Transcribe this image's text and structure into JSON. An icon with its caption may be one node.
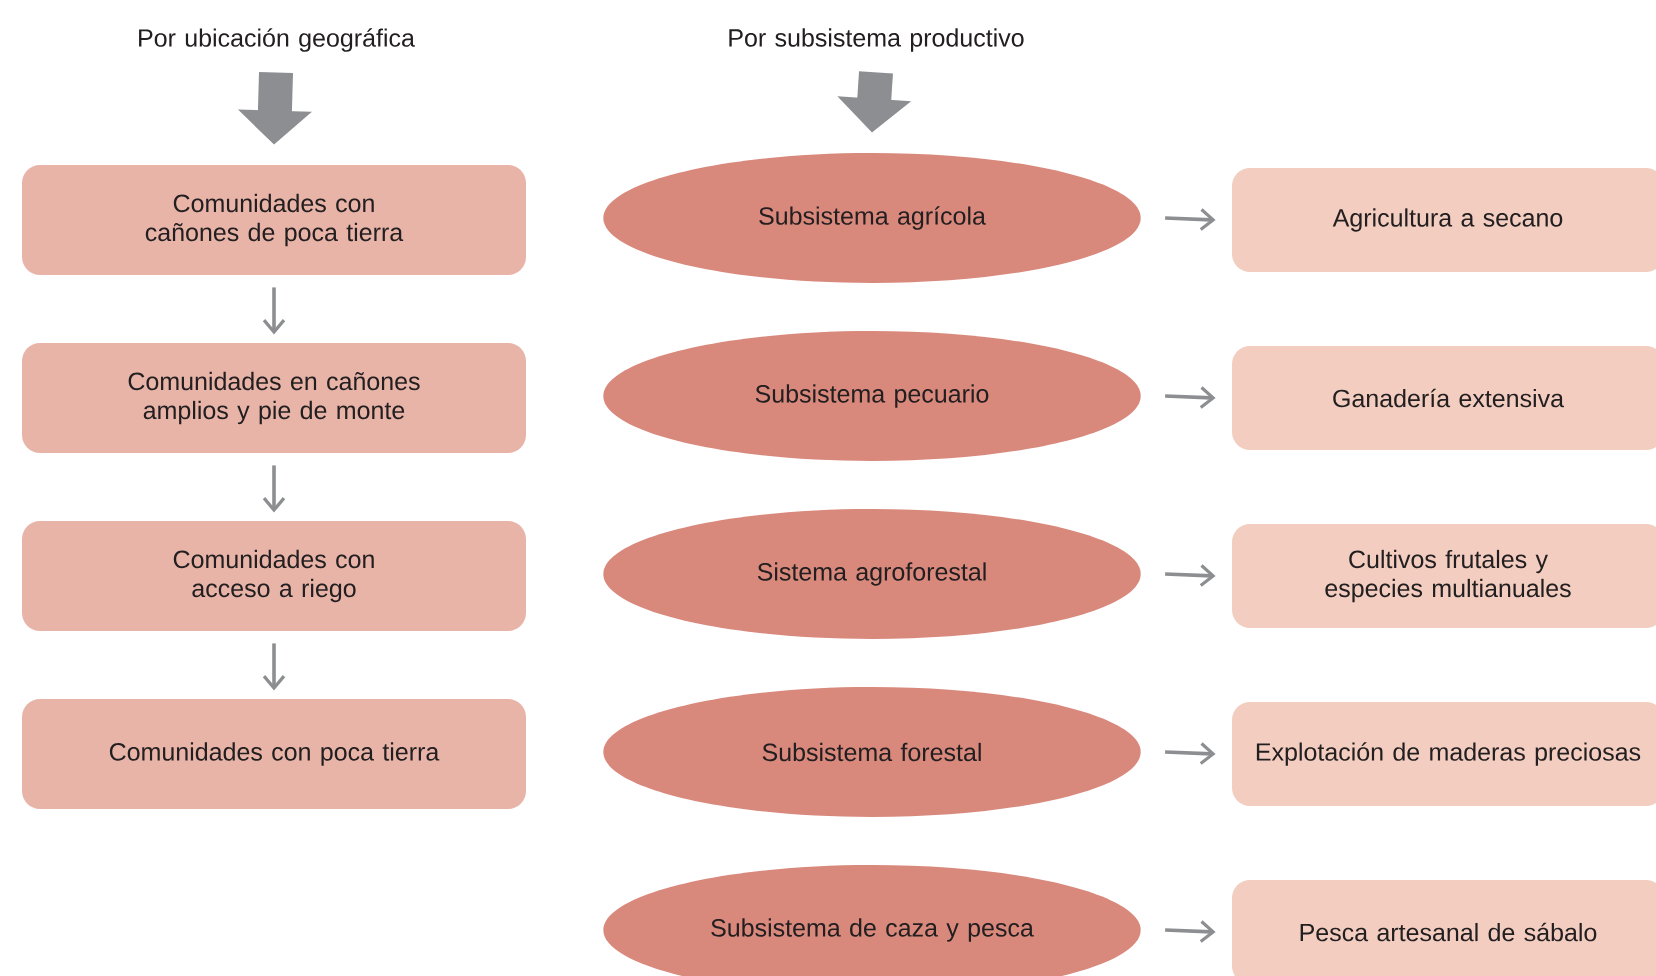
{
  "diagram": {
    "nodes": [
      {
        "text": [
          "Por ubicación geográfica"
        ]
      },
      {
        "text": [
          "Comunidades con cañones de poca tierra"
        ]
      },
      {
        "text": [
          "Comunidades en cañones amplios y pie de monte"
        ]
      },
      {
        "text": [
          "Comunidades con acceso a riego"
        ]
      },
      {
        "text": [
          "Comunidades con poca tierra"
        ]
      },
      {
        "text": [
          "Por subsistema productivo"
        ]
      },
      {
        "text": [
          "Subsistema agrícola"
        ]
      },
      {
        "text": [
          "Subsistema pecuario"
        ]
      },
      {
        "text": [
          "Sistema agroforestal"
        ]
      },
      {
        "text": [
          "Subsistema forestal"
        ]
      },
      {
        "text": [
          "Subsistema de caza y pesca"
        ]
      },
      {
        "text": [
          "Agricultura a secano"
        ]
      },
      {
        "text": [
          "Ganadería extensiva"
        ]
      },
      {
        "text": [
          "Cultivos frutales y especies multianuales"
        ]
      },
      {
        "text": [
          "Explotación de maderas preciosas"
        ]
      },
      {
        "text": [
          "Pesca artesanal de sábalo"
        ]
      }
    ],
    "edges": [
      {
        "from": 0,
        "to": 1,
        "arrow": "to",
        "style": "thick"
      },
      {
        "from": 1,
        "to": 2,
        "arrow": "to"
      },
      {
        "from": 2,
        "to": 3,
        "arrow": "to"
      },
      {
        "from": 3,
        "to": 4,
        "arrow": "to"
      },
      {
        "from": 5,
        "to": 6,
        "arrow": "to",
        "style": "thick"
      },
      {
        "from": 6,
        "to": 11,
        "arrow": "to"
      },
      {
        "from": 7,
        "to": 12,
        "arrow": "to"
      },
      {
        "from": 8,
        "to": 13,
        "arrow": "to"
      },
      {
        "from": 9,
        "to": 14,
        "arrow": "to"
      },
      {
        "from": 10,
        "to": 15,
        "arrow": "to"
      }
    ]
  }
}
